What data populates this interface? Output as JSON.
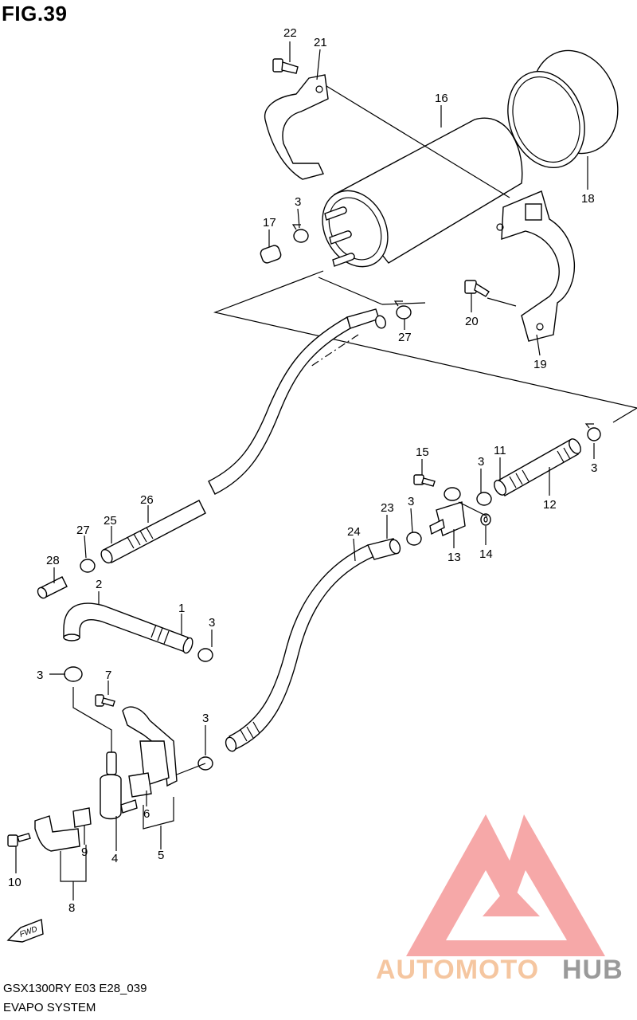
{
  "figure": {
    "title": "FIG.39",
    "model_code": "GSX1300RY E03 E28_039",
    "section_name": "EVAPO SYSTEM"
  },
  "forward_marker": "FWD",
  "watermark": {
    "brand_part1": "AUTOMOTO",
    "brand_part2": "HUB",
    "colors": {
      "logo": "#f59a9a",
      "part1": "#f5c6a0",
      "part2": "#9a9a9a"
    }
  },
  "callouts": [
    {
      "id": "c22",
      "text": "22"
    },
    {
      "id": "c21",
      "text": "21"
    },
    {
      "id": "c16",
      "text": "16"
    },
    {
      "id": "c18",
      "text": "18"
    },
    {
      "id": "c3a",
      "text": "3"
    },
    {
      "id": "c17",
      "text": "17"
    },
    {
      "id": "c20",
      "text": "20"
    },
    {
      "id": "c27a",
      "text": "27"
    },
    {
      "id": "c19",
      "text": "19"
    },
    {
      "id": "c15",
      "text": "15"
    },
    {
      "id": "c3b",
      "text": "3"
    },
    {
      "id": "c11",
      "text": "11"
    },
    {
      "id": "c3c",
      "text": "3"
    },
    {
      "id": "c12",
      "text": "12"
    },
    {
      "id": "c26",
      "text": "26"
    },
    {
      "id": "c25",
      "text": "25"
    },
    {
      "id": "c27b",
      "text": "27"
    },
    {
      "id": "c23",
      "text": "23"
    },
    {
      "id": "c3d",
      "text": "3"
    },
    {
      "id": "c24",
      "text": "24"
    },
    {
      "id": "c13",
      "text": "13"
    },
    {
      "id": "c14",
      "text": "14"
    },
    {
      "id": "c28",
      "text": "28"
    },
    {
      "id": "c2",
      "text": "2"
    },
    {
      "id": "c1",
      "text": "1"
    },
    {
      "id": "c3e",
      "text": "3"
    },
    {
      "id": "c3f",
      "text": "3"
    },
    {
      "id": "c7",
      "text": "7"
    },
    {
      "id": "c3g",
      "text": "3"
    },
    {
      "id": "c6",
      "text": "6"
    },
    {
      "id": "c9",
      "text": "9"
    },
    {
      "id": "c4",
      "text": "4"
    },
    {
      "id": "c5",
      "text": "5"
    },
    {
      "id": "c10",
      "text": "10"
    },
    {
      "id": "c8",
      "text": "8"
    }
  ]
}
